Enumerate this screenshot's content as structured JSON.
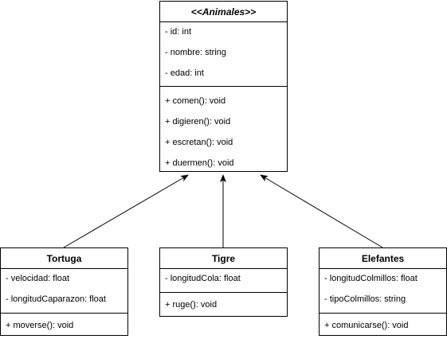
{
  "diagram": {
    "classes": [
      {
        "id": "animales",
        "name": "<<Animales>>",
        "abstract": true,
        "attributes": [
          "- id: int",
          "- nombre: string",
          "- edad: int"
        ],
        "methods": [
          "+ comen(): void",
          "+ digieren(): void",
          "+ escretan(): void",
          "+ duermen(): void"
        ]
      },
      {
        "id": "tortuga",
        "name": "Tortuga",
        "abstract": false,
        "attributes": [
          "- velocidad: float",
          "- longitudCaparazon: float"
        ],
        "methods": [
          "+ moverse(): void"
        ]
      },
      {
        "id": "tigre",
        "name": "Tigre",
        "abstract": false,
        "attributes": [
          "- longitudCola: float"
        ],
        "methods": [
          "+ ruge(): void"
        ]
      },
      {
        "id": "elefantes",
        "name": "Elefantes",
        "abstract": false,
        "attributes": [
          "- longitudColmillos: float",
          "- tipoColmillos: string"
        ],
        "methods": [
          "+ comunicarse(): void"
        ]
      }
    ],
    "relations": [
      {
        "type": "inheritance",
        "from": "tortuga",
        "to": "animales"
      },
      {
        "type": "inheritance",
        "from": "tigre",
        "to": "animales"
      },
      {
        "type": "inheritance",
        "from": "elefantes",
        "to": "animales"
      }
    ],
    "colors": {
      "stroke": "#000000",
      "fill": "#ffffff"
    }
  }
}
